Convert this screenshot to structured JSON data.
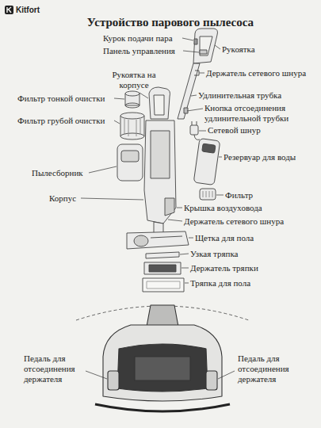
{
  "diagram": {
    "title": "Устройство парового пылесоса",
    "labels": [
      "Kitfort",
      "Курок подачи пара",
      "Панель управления",
      "Рукоятка",
      "Рукоятка на корпусе",
      "Держатель сетевого шнура",
      "Удлинительная трубка",
      "Фильтр тонкой очистки",
      "Кнопка отсоединения удлинительной трубки",
      "Фильтр грубой очистки",
      "Сетевой шнур",
      "Резервуар для воды",
      "Пылесборник",
      "Фильтр",
      "Корпус",
      "Крышка воздуховода",
      "Держатель сетевого шнура",
      "Щетка для пола",
      "Узкая тряпка",
      "Держатель тряпки",
      "Тряпка для пола",
      "Педаль для отсоединения держателя",
      "Педаль для отсоединения держателя"
    ]
  }
}
